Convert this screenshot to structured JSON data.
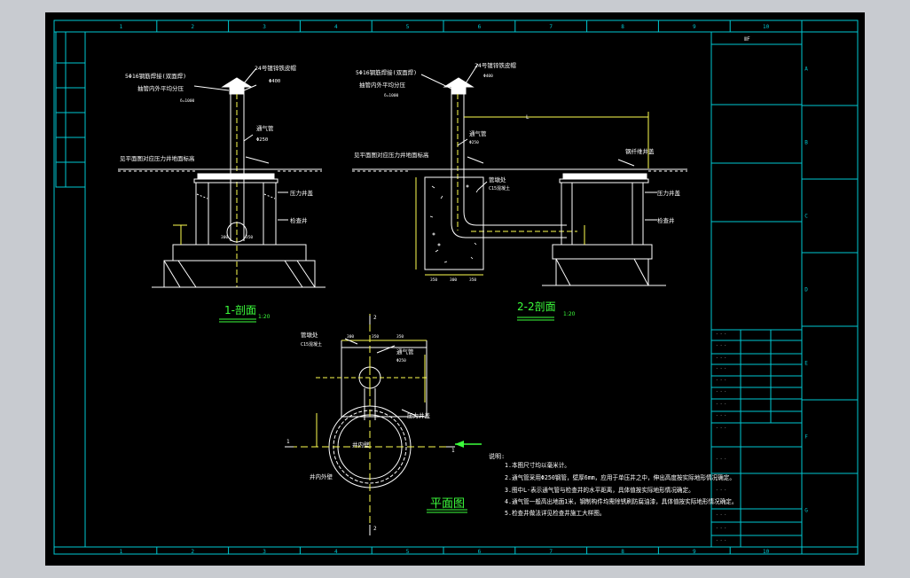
{
  "border": {
    "columns": [
      "1",
      "2",
      "3",
      "4",
      "5",
      "6",
      "7",
      "8",
      "9",
      "10"
    ],
    "rows": [
      "A",
      "B",
      "C",
      "D",
      "E",
      "F",
      "G"
    ],
    "title_block": {
      "top_label": "ⅡF"
    }
  },
  "section1": {
    "title": "1-剖面",
    "scale": "1:20",
    "labels": {
      "rebar": "5Φ16钢筋焊接(双面焊)",
      "cap": "24号镀锌铁皮帽",
      "cap_dim": "Φ400",
      "weld": "抽管内外平均分压",
      "weld_sub": "δ=1000",
      "pipe": "通气管",
      "pipe_dim": "Φ250",
      "ground": "见平面图对应压力井地面标高",
      "well": "压力井盖",
      "inlet": "检查井",
      "dim_a": "300",
      "dim_b": "350"
    }
  },
  "section2": {
    "title": "2-2剖面",
    "scale": "1:20",
    "labels": {
      "rebar": "5Φ16钢筋焊接(双面焊)",
      "cap": "24号镀锌铁皮帽",
      "cap_dim": "Φ400",
      "weld": "抽管内外平均分压",
      "weld_sub": "δ=1000",
      "pipe": "通气管",
      "pipe_dim": "Φ250",
      "ground": "见平面图对应压力井地面标高",
      "block": "管墩处",
      "block_sub": "C15混凝土",
      "cover": "钢纤维井盖",
      "well": "压力井盖",
      "inlet": "检查井",
      "dim_L": "L",
      "dim_a": "350",
      "dim_b": "300",
      "dim_c": "350"
    }
  },
  "plan": {
    "title": "平面图",
    "labels": {
      "block": "管墩处",
      "block_sub": "C15混凝土",
      "pipe": "通气管",
      "pipe_dim": "Φ250",
      "inner": "井内壁",
      "outer": "井内外壁",
      "well": "压力井盖",
      "section_mark_1": "1",
      "section_mark_2": "2",
      "dims": [
        "300",
        "350",
        "350"
      ]
    }
  },
  "notes": {
    "heading": "说明:",
    "items": [
      "1.本图尺寸均以毫米计。",
      "2.通气管采用Φ250钢管，壁厚6mm，应用于单压井之中，伸出高度按实际地形情况确定。",
      "3.图中L-表示通气管与检查井的水平距离，具体值按实际地形情况确定。",
      "4.通气管一般高出地面1米，钢制构件均需除锈刷防腐油漆，具体值按实际地形情况确定。",
      "5.检查井做法详见检查井施工大样图。"
    ]
  },
  "colors": {
    "background": "#000000",
    "frame": "#00c8d2",
    "line": "#ffffff",
    "green": "#3cff3c",
    "yellow": "#ffff50",
    "outer_bg": "#c8cbd0"
  }
}
